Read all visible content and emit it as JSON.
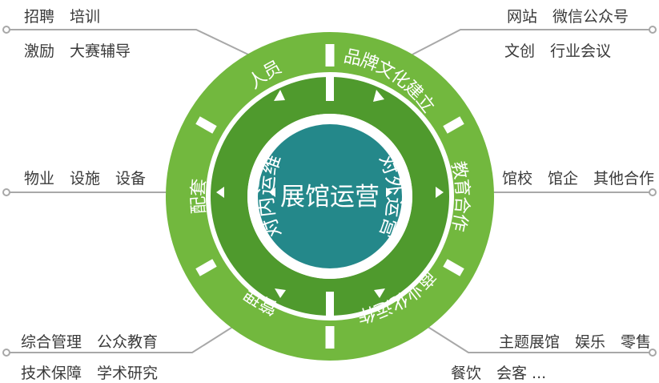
{
  "center": {
    "title": "展馆运营"
  },
  "inner_ring": {
    "left": "对内运维",
    "right": "对外运营"
  },
  "outer_ring": {
    "top_left": "人员",
    "top_right": "品牌文化建立",
    "right": "教育合作",
    "bottom_right": "商业化运作",
    "bottom_left": "管理",
    "left": "配套"
  },
  "labels": {
    "top_left_1": "招聘　培训",
    "top_left_2": "激励　大赛辅导",
    "left": "物业　设施　设备",
    "bottom_left_1": "综合管理　公众教育",
    "bottom_left_2": "技术保障　学术研究",
    "top_right_1": "网站　微信公众号",
    "top_right_2": "文创　行业会议",
    "right": "馆校　馆企　其他合作",
    "bottom_right_1": "主题展馆　娱乐　零售",
    "bottom_right_2": "餐饮　会客 ..."
  },
  "colors": {
    "outer_green": "#72b83e",
    "inner_green": "#4f9a2d",
    "center_teal": "#24888a",
    "line_gray": "#a8a8a8",
    "text_dark": "#3a3a3a"
  }
}
